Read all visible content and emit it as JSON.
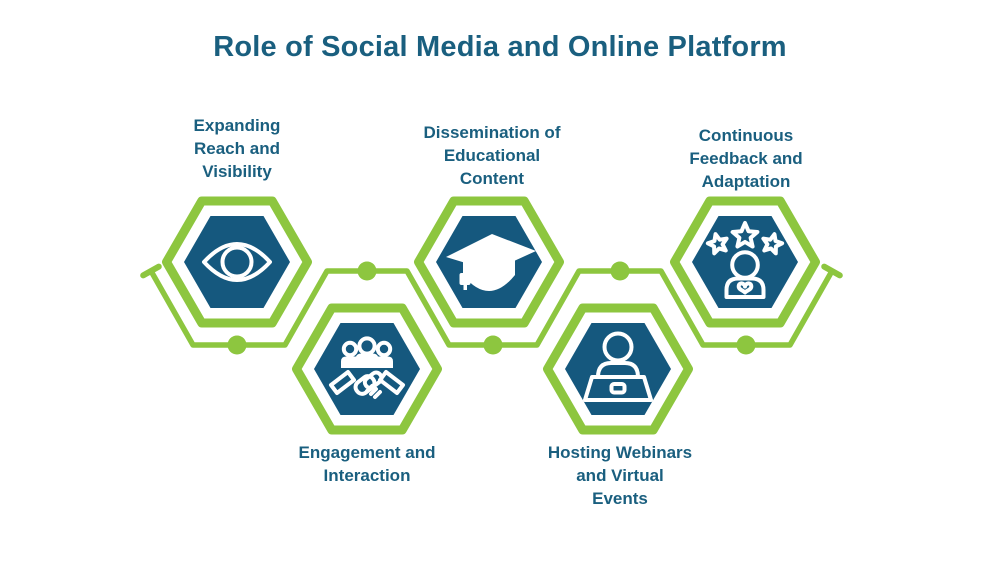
{
  "title": "Role of Social Media and Online Platform",
  "colors": {
    "green": "#8DC63F",
    "blue": "#15587E",
    "text": "#1A5F7F",
    "background": "#FFFFFF"
  },
  "items": [
    {
      "id": "expanding-reach",
      "icon": "eye-icon",
      "position": "top",
      "lines": [
        "Expanding",
        "Reach and",
        "Visibility"
      ]
    },
    {
      "id": "engagement",
      "icon": "handshake-people-icon",
      "position": "bottom",
      "lines": [
        "Engagement and",
        "Interaction"
      ]
    },
    {
      "id": "dissemination",
      "icon": "graduation-cap-icon",
      "position": "top",
      "lines": [
        "Dissemination of",
        "Educational",
        "Content"
      ]
    },
    {
      "id": "webinars",
      "icon": "person-laptop-icon",
      "position": "bottom",
      "lines": [
        "Hosting Webinars",
        "and Virtual",
        "Events"
      ]
    },
    {
      "id": "feedback",
      "icon": "person-stars-icon",
      "position": "top",
      "lines": [
        "Continuous",
        "Feedback and",
        "Adaptation"
      ]
    }
  ]
}
